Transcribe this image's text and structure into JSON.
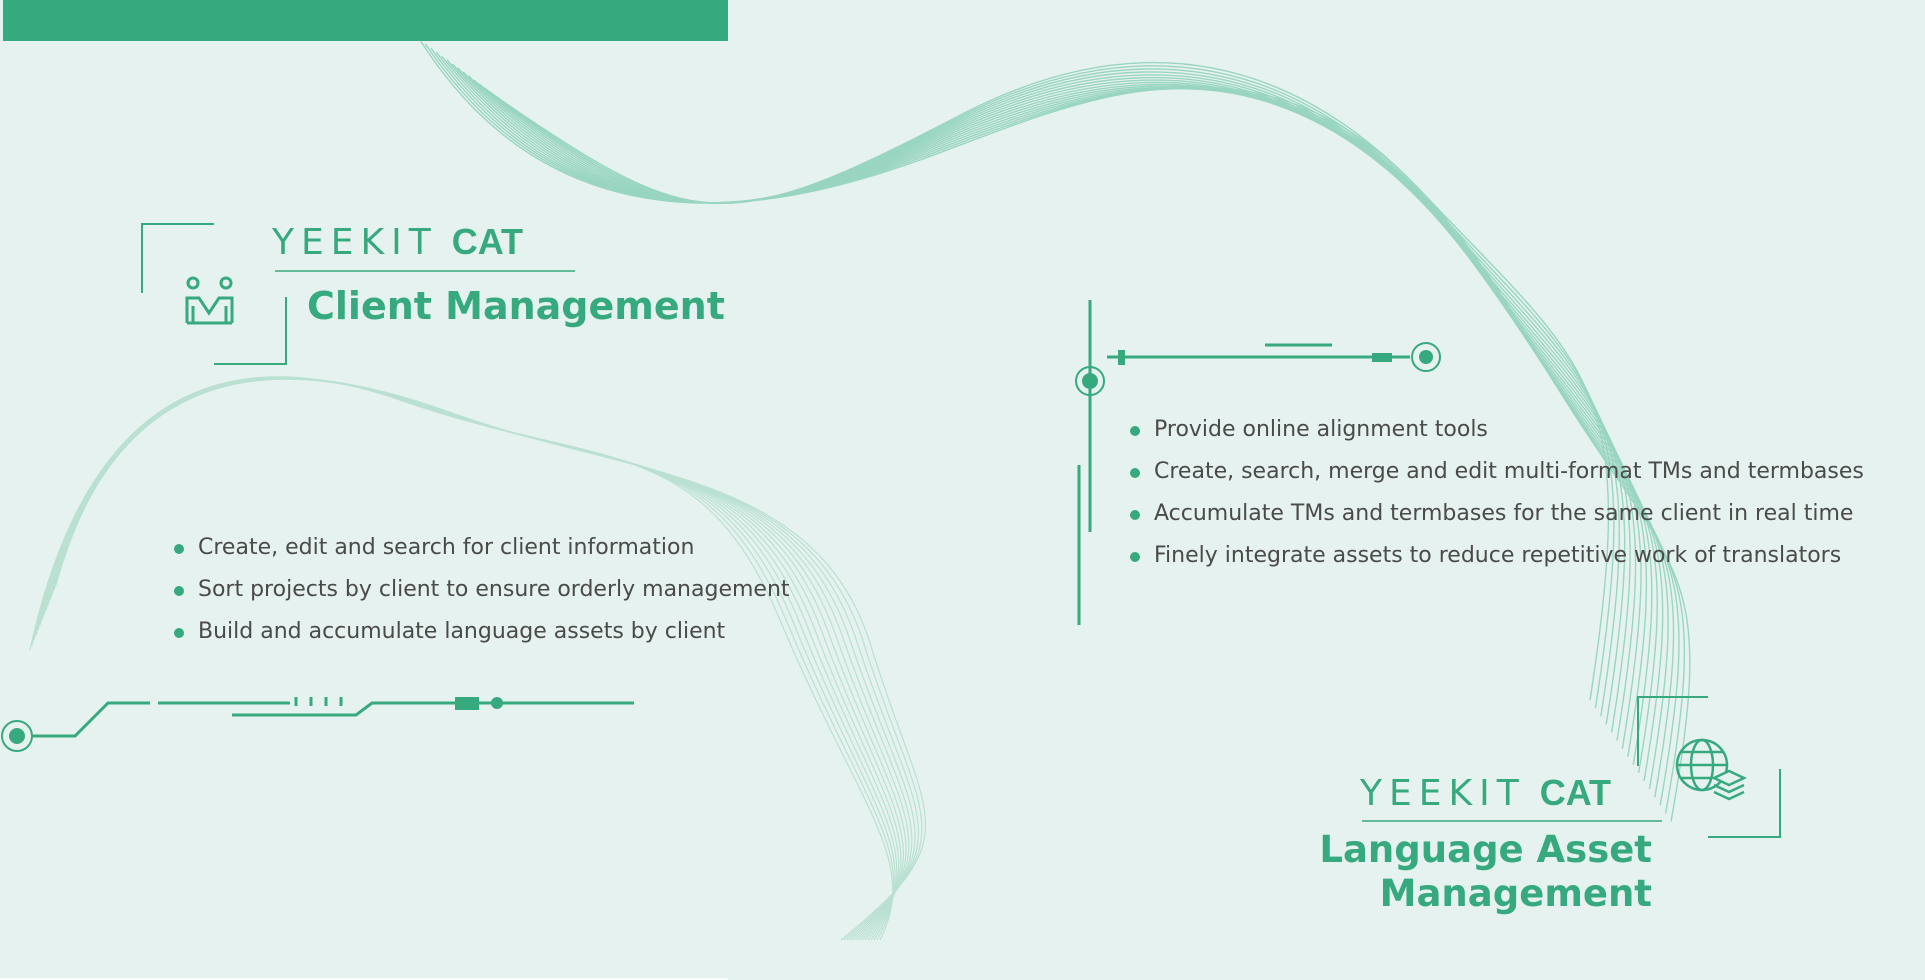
{
  "client_section": {
    "brand_logo": "YEEKIT",
    "brand_suffix": "CAT",
    "title": "Client Management",
    "icon": "client-handshake-icon",
    "features": [
      "Create, edit and search for client information",
      "Sort projects by client to ensure orderly management",
      "Build and accumulate language assets by client"
    ]
  },
  "asset_section": {
    "brand_logo": "YEEKIT",
    "brand_suffix": "CAT",
    "title_line1": "Language Asset",
    "title_line2": "Management",
    "icon": "globe-layers-icon",
    "features": [
      "Provide online alignment tools",
      "Create, search, merge and edit multi-format TMs and termbases",
      "Accumulate TMs and termbases for the same client in real time",
      "Finely integrate assets to reduce repetitive work of translators"
    ]
  },
  "colors": {
    "accent": "#36a97f",
    "background": "#e6f2ef",
    "text": "#4a4a4a"
  }
}
